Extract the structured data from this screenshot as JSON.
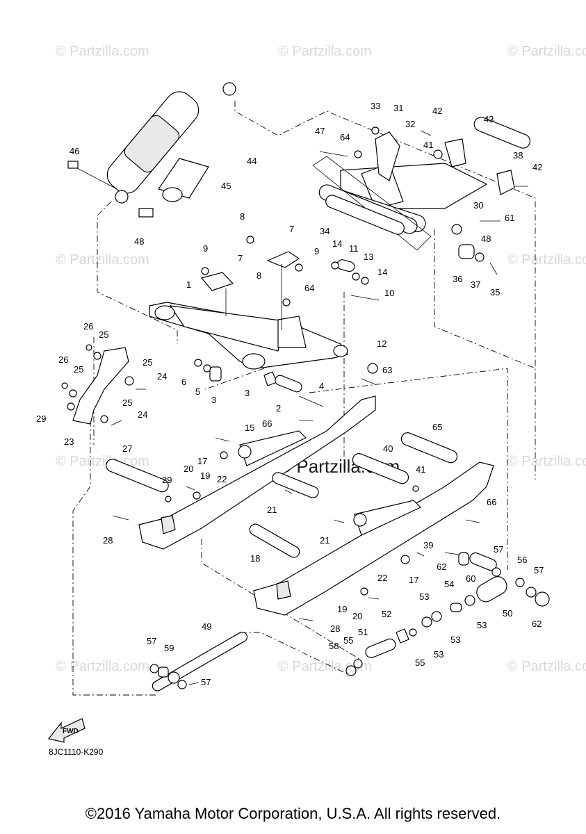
{
  "diagram_code": "8JC1110-K290",
  "copyright": "©2016 Yamaha Motor Corporation, U.S.A. All rights reserved.",
  "watermark": "© Partzilla.com",
  "fwd_label": "FWD",
  "callouts": {
    "c1": "1",
    "c2": "2",
    "c3": "3",
    "c3b": "3",
    "c4": "4",
    "c5": "5",
    "c6": "6",
    "c7": "7",
    "c7b": "7",
    "c8": "8",
    "c8b": "8",
    "c9": "9",
    "c9b": "9",
    "c10": "10",
    "c11": "11",
    "c12": "12",
    "c13": "13",
    "c14": "14",
    "c14b": "14",
    "c15": "15",
    "c17": "17",
    "c17b": "17",
    "c18": "18",
    "c19": "19",
    "c19b": "19",
    "c20": "20",
    "c20b": "20",
    "c21": "21",
    "c21b": "21",
    "c22": "22",
    "c22b": "22",
    "c23": "23",
    "c24": "24",
    "c24b": "24",
    "c25": "25",
    "c25b": "25",
    "c25c": "25",
    "c25d": "25",
    "c26": "26",
    "c26b": "26",
    "c27": "27",
    "c28": "28",
    "c28b": "28",
    "c29": "29",
    "c29b": "29",
    "c30": "30",
    "c31": "31",
    "c32": "32",
    "c33": "33",
    "c34": "34",
    "c35": "35",
    "c36": "36",
    "c37": "37",
    "c38": "38",
    "c39": "39",
    "c40": "40",
    "c41": "41",
    "c41b": "41",
    "c42": "42",
    "c42b": "42",
    "c43": "43",
    "c44": "44",
    "c45": "45",
    "c46": "46",
    "c47": "47",
    "c48": "48",
    "c48b": "48",
    "c49": "49",
    "c50": "50",
    "c51": "51",
    "c52": "52",
    "c53": "53",
    "c53b": "53",
    "c53c": "53",
    "c53d": "53",
    "c54": "54",
    "c55": "55",
    "c55b": "55",
    "c56": "56",
    "c57": "57",
    "c57b": "57",
    "c57c": "57",
    "c57d": "57",
    "c58": "58",
    "c59": "59",
    "c60": "60",
    "c61": "61",
    "c62": "62",
    "c62b": "62",
    "c63": "63",
    "c64": "64",
    "c64b": "64",
    "c65": "65",
    "c66": "66",
    "c66b": "66"
  }
}
